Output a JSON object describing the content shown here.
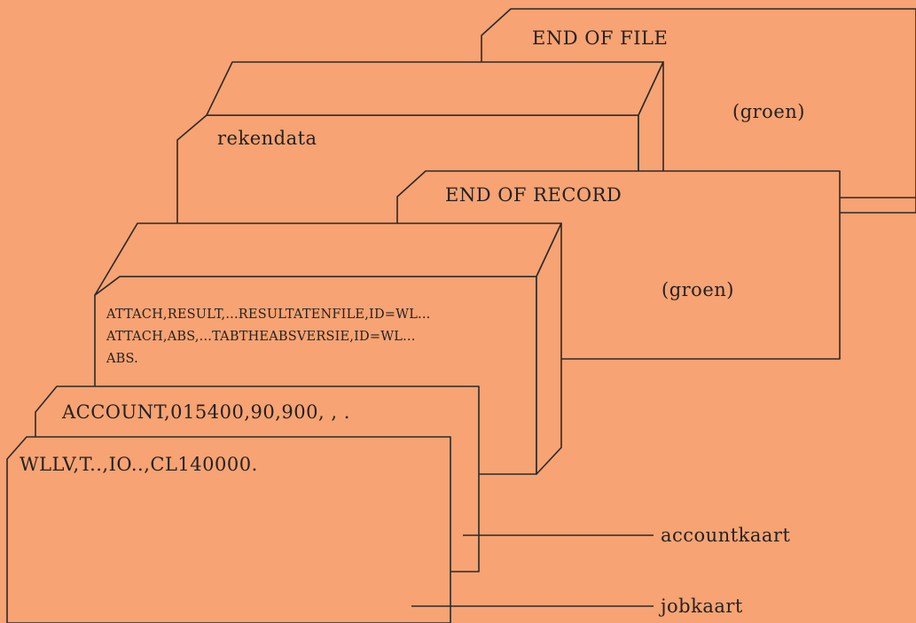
{
  "cards": {
    "end_of_file": {
      "title": "END OF FILE",
      "color_note": "(groen)"
    },
    "rekendata": {
      "label": "rekendata"
    },
    "end_of_record": {
      "title": "END OF RECORD",
      "color_note": "(groen)"
    },
    "control_deck": {
      "lines": [
        "ATTACH,RESULT,...RESULTATENFILE,ID=WL...",
        "ATTACH,ABS,...TABTHEABSVERSIE,ID=WL...",
        "ABS."
      ]
    },
    "account": {
      "text": "ACCOUNT,015400,90,900, , ."
    },
    "job": {
      "text": "WLLV,T..,IO..,CL140000."
    }
  },
  "callouts": {
    "accountkaart": "accountkaart",
    "jobkaart": "jobkaart"
  },
  "colors": {
    "background": "#F7A373",
    "ink": "#2a2a2a"
  }
}
